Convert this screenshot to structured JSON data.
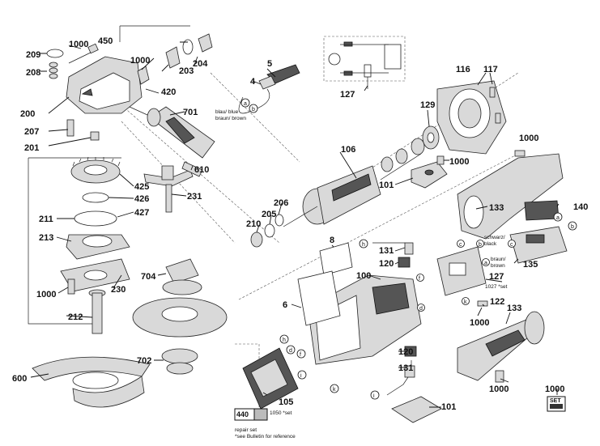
{
  "labels": {
    "n209": "209",
    "n208": "208",
    "n1000a": "1000",
    "n450": "450",
    "n204": "204",
    "n203": "203",
    "n1000b": "1000",
    "n420": "420",
    "n701": "701",
    "n200": "200",
    "n207": "207",
    "n201": "201",
    "n5": "5",
    "n4": "4",
    "n610": "610",
    "n425": "425",
    "n426": "426",
    "n427": "427",
    "n231": "231",
    "n211": "211",
    "n213": "213",
    "n230": "230",
    "n1000c": "1000",
    "n212": "212",
    "n600": "600",
    "n704": "704",
    "n702": "702",
    "n127a": "127",
    "n116": "116",
    "n117": "117",
    "n129": "129",
    "n106": "106",
    "n1000d": "1000",
    "n1000e": "1000",
    "n101a": "101",
    "n206": "206",
    "n205": "205",
    "n210": "210",
    "n133a": "133",
    "n140": "140",
    "n8": "8",
    "n131a": "131",
    "n120a": "120",
    "n100": "100",
    "n127b": "127",
    "n135": "135",
    "n6": "6",
    "n122": "122",
    "n1000f": "1000",
    "n133b": "133",
    "n120b": "120",
    "n131b": "131",
    "n105": "105",
    "n101b": "101",
    "n1000g": "1000",
    "n1000h": "1000",
    "n440": "440"
  },
  "wire_notes": {
    "blau_blue": "blau/ blue",
    "braun_brown": "braun/ brown",
    "schwarz": "schwarz/",
    "black": "black",
    "braun2": "braun/",
    "brown2": "brown",
    "set1027": "1027 *set",
    "set1050": "1050 *set"
  },
  "letters": {
    "a": "a",
    "b": "b",
    "c": "c",
    "d": "d",
    "f": "f",
    "h": "h",
    "i": "i",
    "k": "k"
  },
  "footer": {
    "repair_set": "repair set",
    "see_bulletin": "*see Bulletin for reference",
    "set_badge": "SET"
  }
}
